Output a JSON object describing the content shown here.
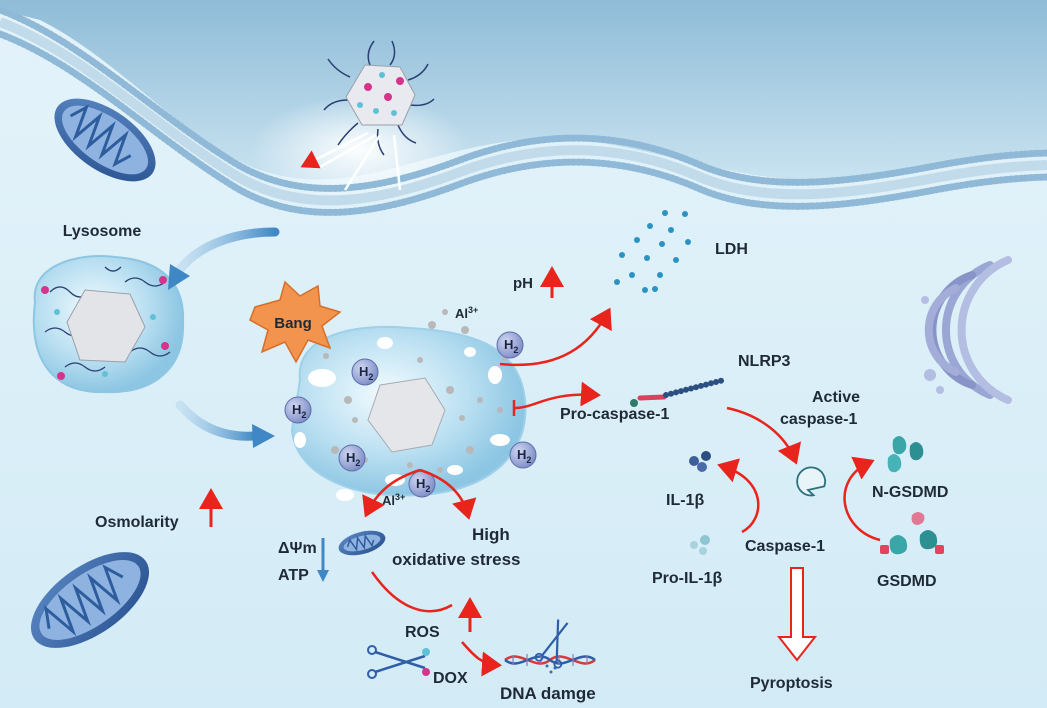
{
  "labels": {
    "lysosome": "Lysosome",
    "bang": "Bang",
    "al3": "Al",
    "al3_sup": "3+",
    "h2": "H",
    "h2_sub": "2",
    "ph": "pH",
    "ldh": "LDH",
    "nlrp3": "NLRP3",
    "pro_caspase1": "Pro-caspase-1",
    "active_caspase1_line1": "Active",
    "active_caspase1_line2": "caspase-1",
    "il1b": "IL-1β",
    "pro_il1b": "Pro-IL-1β",
    "caspase1": "Caspase-1",
    "n_gsdmd": "N-GSDMD",
    "gsdmd": "GSDMD",
    "pyroptosis": "Pyroptosis",
    "osmolarity": "Osmolarity",
    "delta_psi_m": "ΔΨm",
    "atp": "ATP",
    "high": "High",
    "oxidative_stress": "oxidative stress",
    "ros": "ROS",
    "dox": "DOX",
    "dna_damage": "DNA damge"
  },
  "colors": {
    "cell_bg": "#dcf0f8",
    "extracellular": "#a9cfe3",
    "membrane_head": "#8fb9d6",
    "arrow_red": "#e8241c",
    "arrow_blue": "#3f88c5",
    "mito": "#2e5d9e",
    "bang_burst": "#f2934e",
    "h2_bubble": "#7f8fc4",
    "ldh_dots": "#2b93c4"
  },
  "icons": [
    "nanoparticle-icon",
    "mitochondrion-icon",
    "lysosome-icon",
    "golgi-icon",
    "scissors-icon",
    "dna-helix-icon",
    "caspase-pacman-icon",
    "gsdmd-protein-icon"
  ]
}
